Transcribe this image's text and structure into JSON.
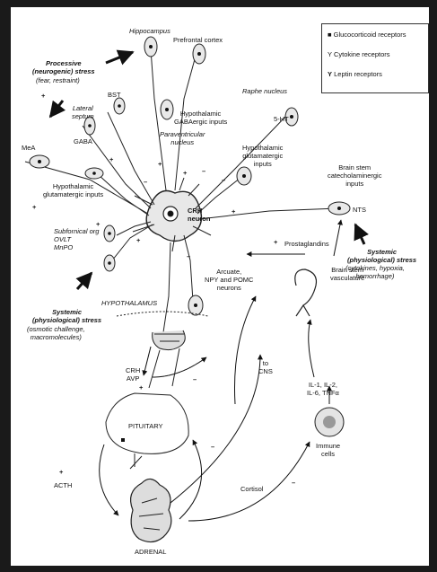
{
  "legend": {
    "glucocorticoid": "Glucocorticoid receptors",
    "cytokine": "Cytokine receptors",
    "leptin": "Leptin receptors"
  },
  "labels": {
    "hippocampus": "Hippocampus",
    "prefrontal": "Prefrontal cortex",
    "processive_stress": "Processive\n(neurogenic) stress",
    "processive_example": "(fear, restraint)",
    "bst": "BST",
    "lateral_septum": "Lateral\nseptum",
    "gaba": "GABA",
    "hypothalamic_gaba": "Hypothalamic\nGABAergic inputs",
    "paraventricular": "Paraventricular\nnucleus",
    "raphe": "Raphe nucleus",
    "ht5": "5-HT",
    "hypothalamic_glut_right": "Hypothalamic\nglutamatergic\ninputs",
    "mea": "MeA",
    "hypothalamic_glut_left": "Hypothalamic\nglutamatergic inputs",
    "brainstem_cat": "Brain stem\ncatecholaminergic\ninputs",
    "nts": "NTS",
    "crh_neuron": "CRH\nneuron",
    "subfornical": "Subfornical org\nOVLT\nMnPO",
    "prostaglandins": "Prostaglandins",
    "systemic_right_title": "Systemic\n(physiological) stress",
    "systemic_right_examples": "(cytokines, hypoxia,\nhemorrhage)",
    "brainstem_vasc": "Brain stem\nvasculature",
    "arcuate": "Arcuate,\nNPY and POMC\nneurons",
    "hypothalamus": "HYPOTHALAMUS",
    "systemic_left_title": "Systemic\n(physiological) stress",
    "systemic_left_examples": "(osmotic challenge,\nmacromolecules)",
    "crh_avp": "CRH\nAVP",
    "to_cns": "to\nCNS",
    "interleukins": "IL-1, IL-2,\nIL-6, TNFα",
    "pituitary": "PITUITARY",
    "immune_cells": "Immune\ncells",
    "acth": "ACTH",
    "cortisol": "Cortisol",
    "adrenal": "ADRENAL"
  },
  "signs": {
    "plus": "+",
    "minus": "–"
  }
}
